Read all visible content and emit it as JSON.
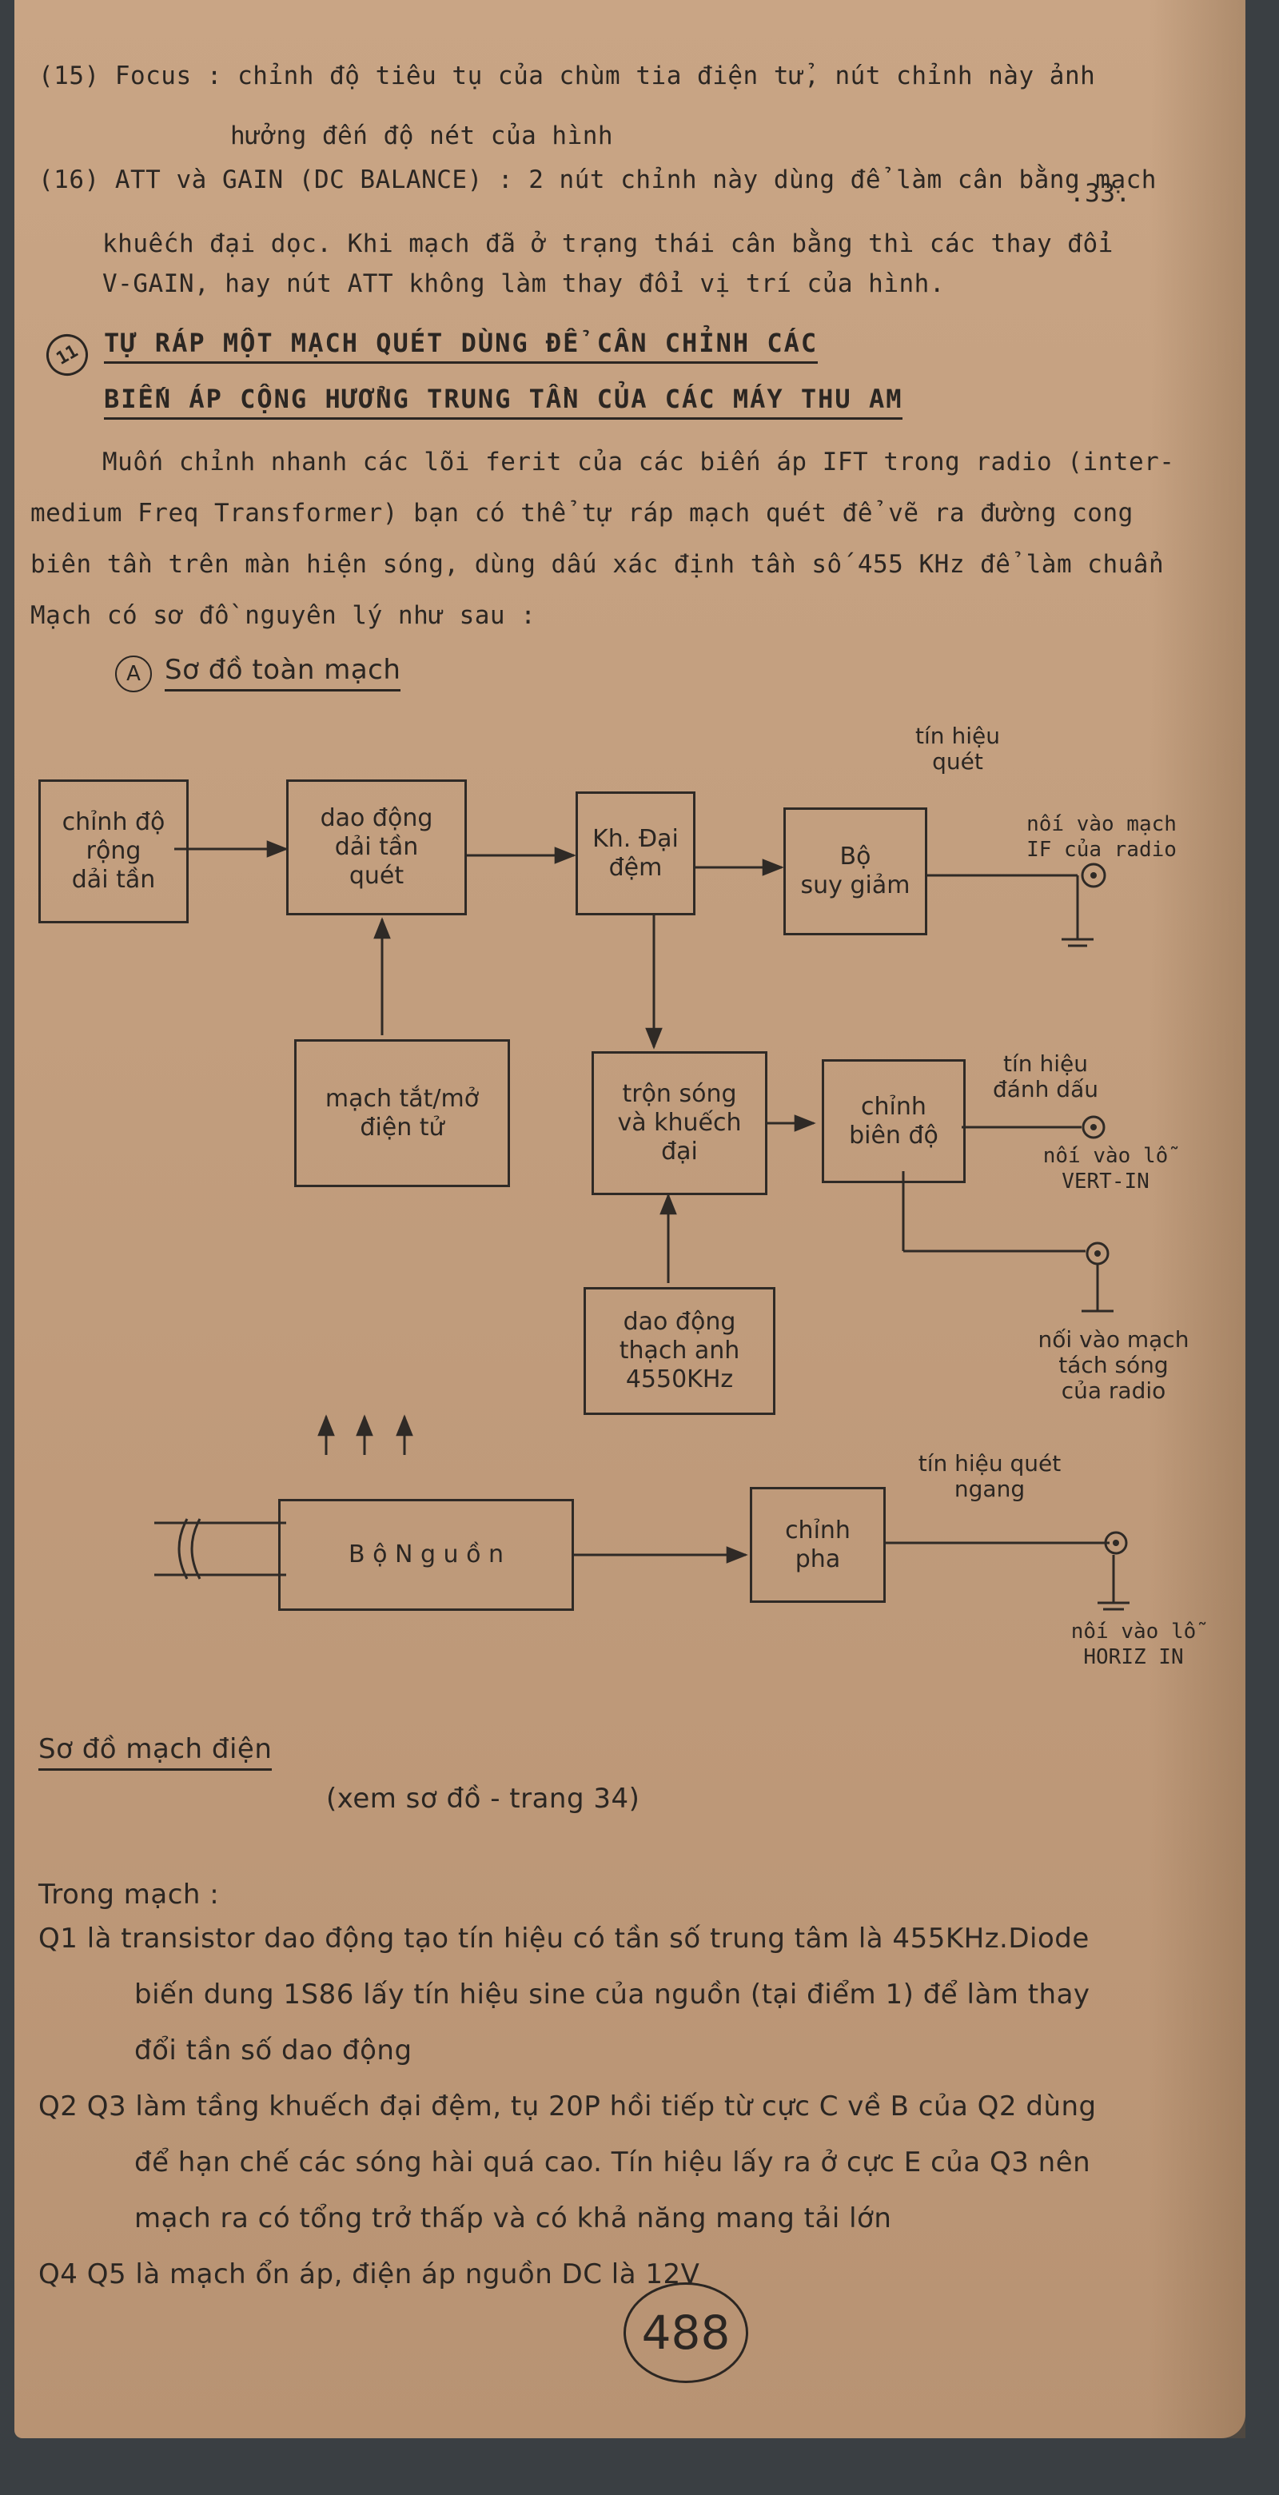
{
  "lines": {
    "l15a": "(15) Focus : chỉnh độ tiêu tụ của chùm tia điện tử, nút chỉnh này ảnh",
    "l15b": "hưởng đến độ nét của hình",
    "pageref": ".33.",
    "l16a": "(16) ATT và GAIN (DC BALANCE) : 2 nút chỉnh này dùng để làm cân bằng mạch",
    "l16b": "khuếch đại dọc. Khi mạch đã ở trạng thái cân bằng thì các thay đổi",
    "l16c": "V-GAIN, hay nút ATT không làm thay đổi vị trí của hình."
  },
  "section": {
    "number": "11",
    "title1": "TỰ RÁP MỘT MẠCH QUÉT DÙNG ĐỂ CÂN CHỈNH CÁC",
    "title2": "BIẾN ÁP CỘNG HƯỞNG TRUNG TẦN CỦA CÁC MÁY THU AM",
    "p1": "Muốn chỉnh nhanh các lõi ferit của các biến áp IFT trong radio (inter-",
    "p2": "medium Freq Transformer) bạn có thể tự ráp mạch quét để vẽ ra đường cong",
    "p3": "biên tần trên màn hiện sóng, dùng dấu xác định tần số 455 KHz để làm chuẩn",
    "p4": "Mạch có sơ đồ nguyên lý như sau :",
    "sub_letter": "A",
    "sub_title": "Sơ đồ toàn mạch"
  },
  "diagram": {
    "box_bw": "chỉnh độ\nrộng\ndải tần",
    "box_sweep": "dao động\ndải tần\nquét",
    "box_buffer": "Kh. Đại\nđệm",
    "box_atten": "Bộ\nsuy giảm",
    "box_onoff": "mạch tắt/mở\nđiện tử",
    "box_mixer": "trộn sóng\nvà khuếch\nđại",
    "box_amp": "chỉnh\nbiên độ",
    "box_xtal": "dao động\nthạch anh\n4550KHz",
    "box_psu": "B ộ   N g u ồ n",
    "box_phase": "chỉnh\npha",
    "lbl_sweep_sig": "tín hiệu\nquét",
    "lbl_if": "nối vào mạch\nIF của radio",
    "lbl_mark": "tín hiệu\nđánh dấu",
    "lbl_vert": "nối vào lỗ\nVERT-IN",
    "lbl_det": "nối vào mạch\ntách sóng\ncủa radio",
    "lbl_hsig": "tín hiệu quét\nngang",
    "lbl_horiz": "nối vào lỗ\nHORIZ IN"
  },
  "circuit": {
    "title": "Sơ đồ mạch điện",
    "ref": "(xem sơ đồ - trang 34)",
    "intro": "Trong mạch :",
    "q1a": "Q1 là transistor dao động tạo tín hiệu có tần số trung tâm là 455KHz.Diode",
    "q1b": "biến dung 1S86 lấy tín hiệu sine của nguồn (tại điểm 1) để làm thay",
    "q1c": "đổi tần số dao động",
    "q2a": "Q2 Q3 làm tầng khuếch đại đệm, tụ 20P hồi tiếp từ cực C về B của Q2 dùng",
    "q2b": "để hạn chế các sóng hài quá cao. Tín hiệu lấy ra ở cực E của Q3 nên",
    "q2c": "mạch ra có tổng trở thấp và có khả năng mang tải lớn",
    "q4": "Q4 Q5 là mạch ổn áp, điện áp nguồn DC là 12V"
  },
  "page_number": "488"
}
